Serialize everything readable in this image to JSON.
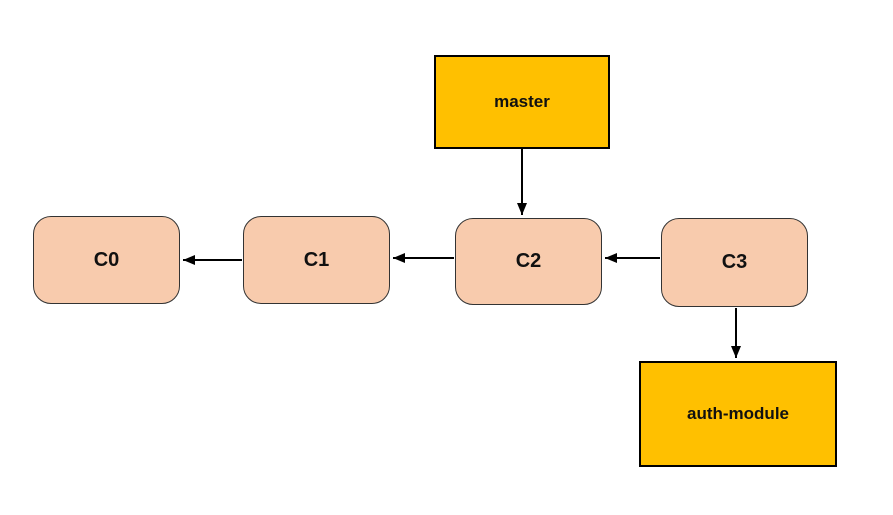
{
  "diagram": {
    "kind": "git-commit-graph",
    "background_color": "#FFFFFF",
    "colors": {
      "branch_pointer_fill": "#FFC000",
      "branch_pointer_border": "#000000",
      "commit_fill": "#F8CBAD",
      "commit_border": "#333333",
      "arrow": "#000000",
      "text": "#111111"
    },
    "nodes": {
      "master": {
        "label": "master",
        "kind": "branch-pointer"
      },
      "c0": {
        "label": "C0",
        "kind": "commit"
      },
      "c1": {
        "label": "C1",
        "kind": "commit"
      },
      "c2": {
        "label": "C2",
        "kind": "commit"
      },
      "c3": {
        "label": "C3",
        "kind": "commit"
      },
      "auth_module": {
        "label": "auth-module",
        "kind": "branch-pointer"
      }
    },
    "edges": [
      {
        "from": "master",
        "to": "C2",
        "direction": "down"
      },
      {
        "from": "C1",
        "to": "C0",
        "direction": "left"
      },
      {
        "from": "C2",
        "to": "C1",
        "direction": "left"
      },
      {
        "from": "C3",
        "to": "C2",
        "direction": "left"
      },
      {
        "from": "C3",
        "to": "auth-module",
        "direction": "down"
      }
    ]
  }
}
